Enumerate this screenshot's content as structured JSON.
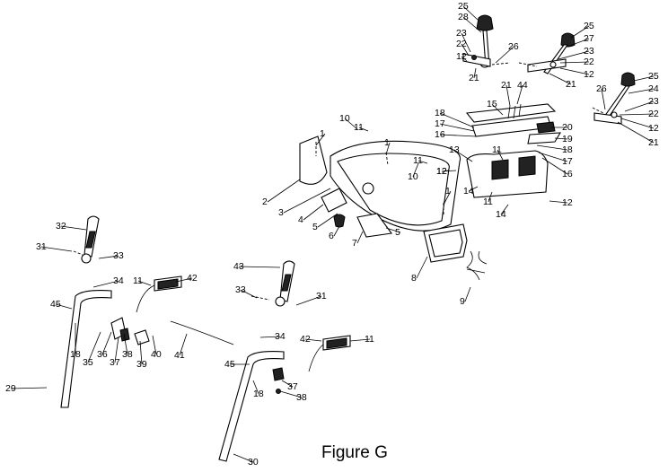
{
  "figure": {
    "caption": "Figure G"
  },
  "callouts": [
    "25",
    "28",
    "23",
    "22",
    "12",
    "21",
    "26",
    "25",
    "27",
    "23",
    "22",
    "12",
    "21",
    "25",
    "26",
    "24",
    "23",
    "22",
    "12",
    "21",
    "21",
    "44",
    "15",
    "18",
    "17",
    "16",
    "20",
    "19",
    "18",
    "17",
    "16",
    "13",
    "11",
    "12",
    "14",
    "11",
    "14",
    "12",
    "10",
    "11",
    "1",
    "1",
    "2",
    "3",
    "4",
    "5",
    "6",
    "7",
    "5",
    "10",
    "11",
    "12",
    "1",
    "8",
    "9",
    "32",
    "31",
    "33",
    "34",
    "11",
    "42",
    "45",
    "18",
    "35",
    "36",
    "37",
    "38",
    "39",
    "40",
    "41",
    "29",
    "43",
    "33",
    "31",
    "34",
    "45",
    "42",
    "11",
    "18",
    "37",
    "38",
    "30"
  ]
}
